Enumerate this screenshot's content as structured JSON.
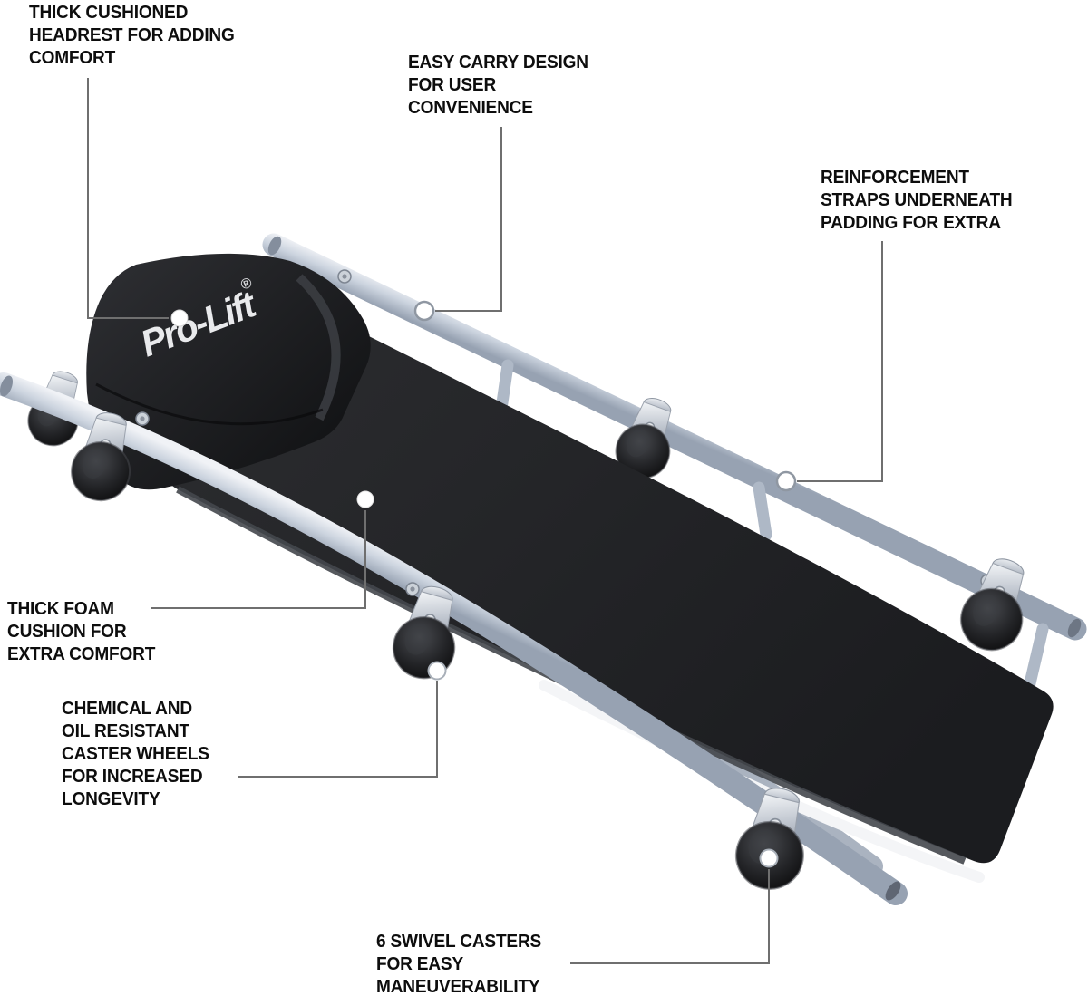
{
  "page": {
    "background": "#ffffff"
  },
  "product": {
    "brand_logo": "Pro-Lift",
    "registered_mark": "®"
  },
  "colors": {
    "callout_text": "#0d0d0d",
    "callout_line": "#6f6f6f",
    "pad_black": "#202124",
    "rail_silver": "#c3cbd6",
    "tire_black": "#232427",
    "logo_white": "#e9eaec"
  },
  "icons": {
    "callout_dot": "white circle marker",
    "screw": "round screw head"
  },
  "callouts": [
    {
      "id": "headrest",
      "label": "THICK CUSHIONED\nHEADREST FOR ADDING\nCOMFORT"
    },
    {
      "id": "carry",
      "label": "EASY CARRY DESIGN\nFOR USER\nCONVENIENCE"
    },
    {
      "id": "straps",
      "label": "REINFORCEMENT\nSTRAPS UNDERNEATH\nPADDING FOR EXTRA"
    },
    {
      "id": "cushion",
      "label": "THICK FOAM\nCUSHION FOR\nEXTRA COMFORT"
    },
    {
      "id": "casters",
      "label": "CHEMICAL AND\nOIL RESISTANT\nCASTER WHEELS\nFOR INCREASED\nLONGEVITY"
    },
    {
      "id": "swivel",
      "label": "6 SWIVEL CASTERS\nFOR EASY\nMANEUVERABILITY"
    }
  ]
}
